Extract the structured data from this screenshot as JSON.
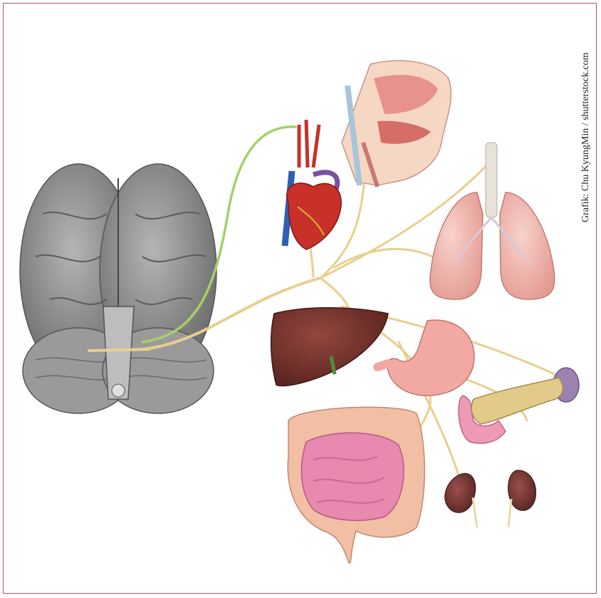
{
  "credit": "Grafik: Chu KyungMin / shutterstock.com",
  "colors": {
    "frame": "#b0527a",
    "nerve": "#e8cf8e",
    "nerve_green": "#a7cf6a",
    "brain": "#8c8c8c",
    "heart": "#c8302a",
    "lung": "#f0b7b0",
    "liver": "#6e2f2a",
    "stomach": "#f2a9a4",
    "pancreas": "#e3c98a",
    "spleen": "#9b82b0",
    "intestine": "#e889b0",
    "colon": "#f2bfa5",
    "kidney": "#7a3b38"
  },
  "organs": [
    "brain",
    "head-section",
    "heart",
    "lungs",
    "liver",
    "stomach",
    "spleen",
    "pancreas",
    "intestines",
    "kidneys"
  ]
}
